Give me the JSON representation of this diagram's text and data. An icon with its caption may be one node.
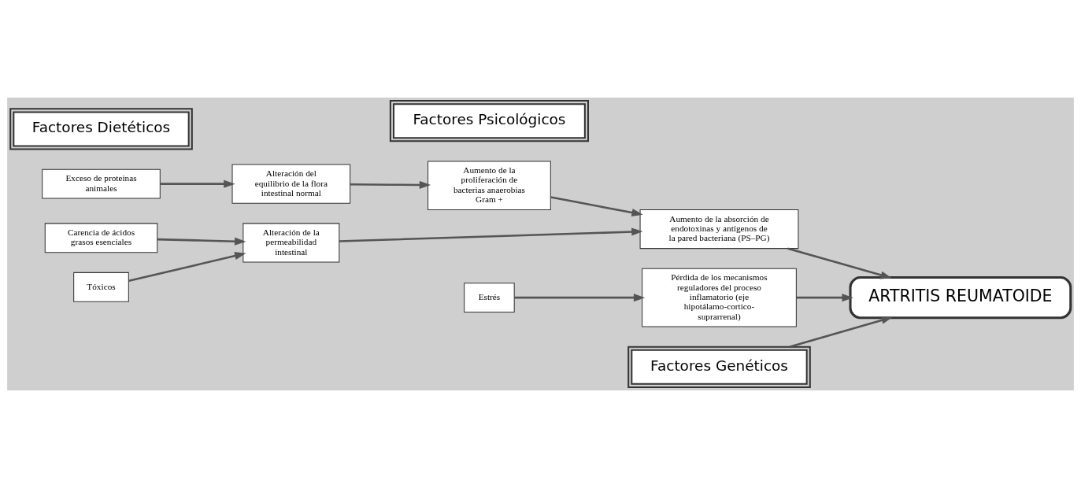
{
  "diagram": {
    "nodes": [
      {
        "text": [
          "Factores Dietéticos"
        ]
      },
      {
        "text": [
          "Factores Psicológicos"
        ]
      },
      {
        "text": [
          "Exceso de proteinas animales"
        ]
      },
      {
        "text": [
          "Carencia de ácidos grasos esenciales"
        ]
      },
      {
        "text": [
          "Tóxicos"
        ]
      },
      {
        "text": [
          "Estrés"
        ]
      },
      {
        "text": [
          "Alteración del equilibrio de la flora intestinal normal"
        ]
      },
      {
        "text": [
          "Alteración de la permeabilidad intestinal"
        ]
      },
      {
        "text": [
          "Pérdida de los mecanismos reguladores del proceso inflamatorio (eje hipotálamo-cortico-suprarrenal)"
        ]
      },
      {
        "text": [
          "ARTRITIS REUMATOIDE"
        ]
      },
      {
        "text": [
          "Aumento de la proliferación de bacterias anaerobias Gram +"
        ]
      },
      {
        "text": [
          "Aumento de la absorción de endotoxinas y antígenos de la pared bacteriana (PS–PG)"
        ]
      },
      {
        "text": [
          "Factores Genéticos"
        ]
      }
    ],
    "edges": [
      {
        "from": 2,
        "to": 6,
        "arrow": "to"
      },
      {
        "from": 3,
        "to": 7,
        "arrow": "to"
      },
      {
        "from": 4,
        "to": 7,
        "arrow": "to"
      },
      {
        "from": 5,
        "to": 8,
        "arrow": "to"
      },
      {
        "from": 6,
        "to": 10,
        "arrow": "to"
      },
      {
        "from": 7,
        "to": 11,
        "arrow": "to"
      },
      {
        "from": 10,
        "to": 11,
        "arrow": "to"
      },
      {
        "from": 11,
        "to": 9,
        "arrow": "to"
      },
      {
        "from": 8,
        "to": 9,
        "arrow": "to"
      },
      {
        "from": 12,
        "to": 9,
        "arrow": "to"
      }
    ]
  }
}
